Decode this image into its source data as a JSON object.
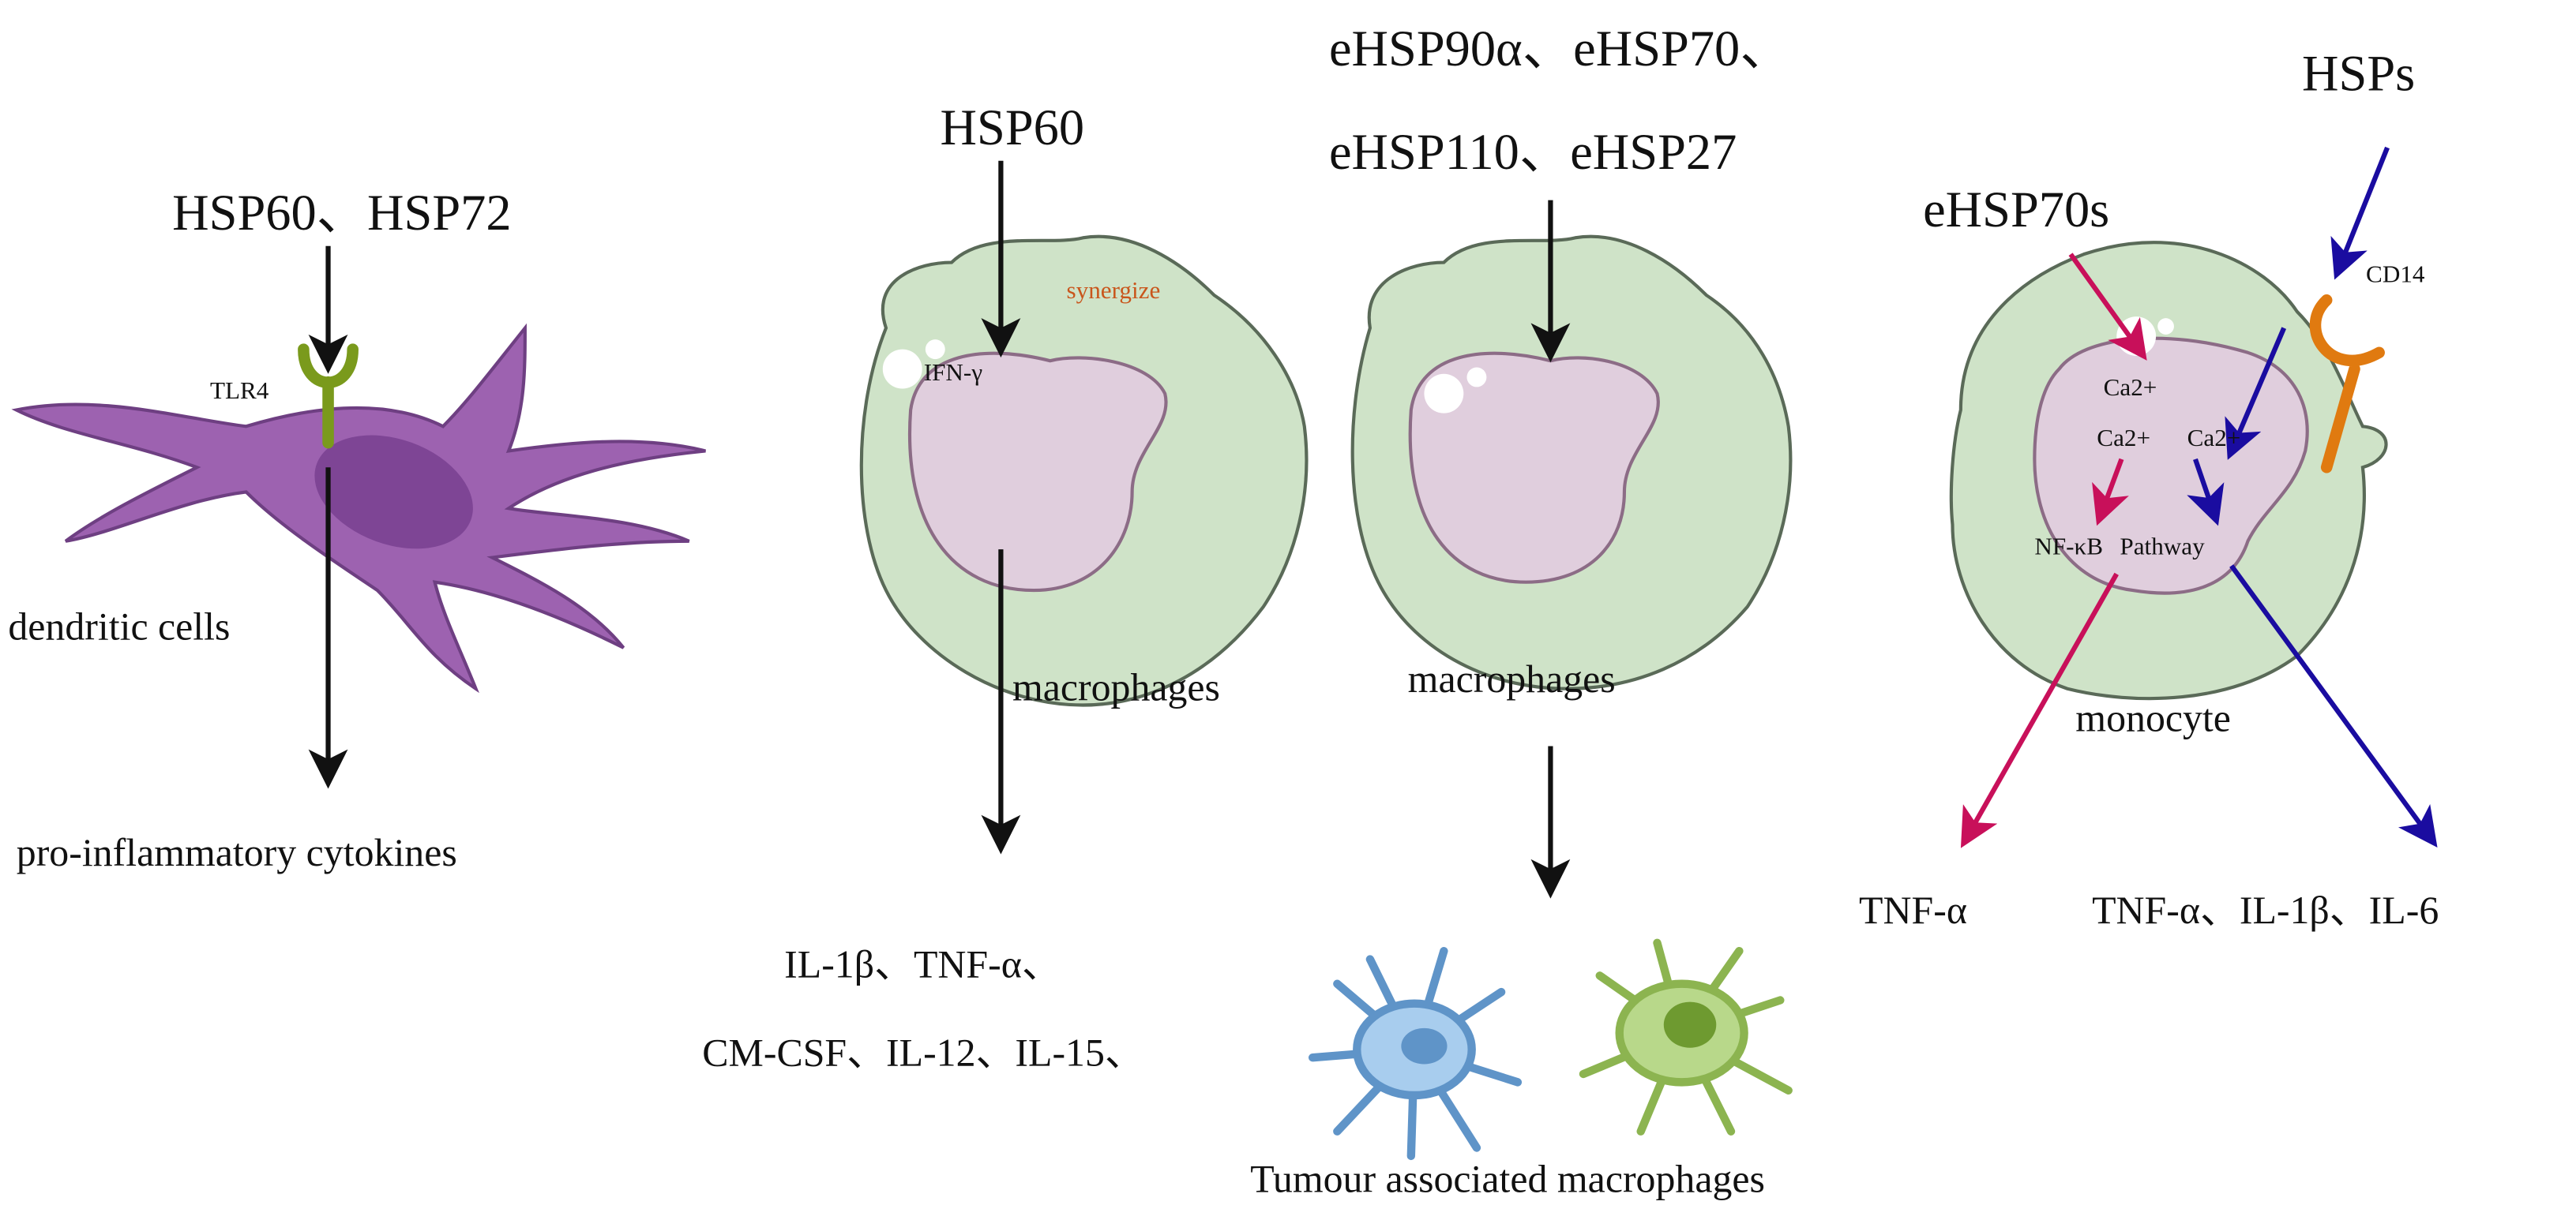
{
  "dendritic": {
    "input": "HSP60、HSP72",
    "receptor": "TLR4",
    "cell_label": "dendritic cells",
    "output": "pro-inflammatory cytokines"
  },
  "macrophage1": {
    "input": "HSP60",
    "note": "synergize",
    "inner": "IFN-γ",
    "cell_label": "macrophages",
    "output_line1": "IL-1β、TNF-α、",
    "output_line2": "CM-CSF、IL-12、IL-15、"
  },
  "macrophage2": {
    "input_line1": "eHSP90α、eHSP70、",
    "input_line2": "eHSP110、eHSP27",
    "cell_label": "macrophages",
    "output": "Tumour associated macrophages"
  },
  "monocyte": {
    "input_left": "eHSP70s",
    "input_right": "HSPs",
    "receptor": "CD14",
    "ca1": "Ca2+",
    "ca2": "Ca2+",
    "ca3": "Ca2+",
    "pathway_left": "NF-κB",
    "pathway_right": "Pathway",
    "cell_label": "monocyte",
    "output_left": "TNF-α",
    "output_right": "TNF-α、IL-1β、IL-6"
  },
  "colors": {
    "dendritic": "#9d62b0",
    "macrophage": "#cfe3c8",
    "nucleus": "#e0cedd",
    "pink_arrow": "#c8105a",
    "blue_arrow": "#1a0ca0",
    "cd14": "#e07a10",
    "tlr4": "#7a9a1c",
    "synergize": "#c9561c"
  }
}
